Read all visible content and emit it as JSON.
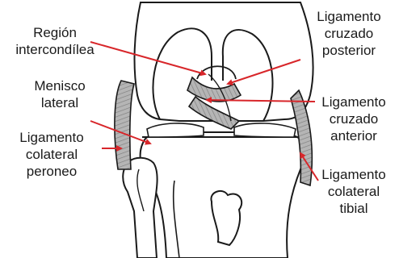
{
  "labels": {
    "intercondylar": [
      "Región",
      "intercondílea"
    ],
    "lateral_meniscus": [
      "Menisco",
      "lateral"
    ],
    "fibular_collateral": [
      "Ligamento",
      "colateral",
      "peroneo"
    ],
    "posterior_cruciate": [
      "Ligamento",
      "cruzado",
      "posterior"
    ],
    "anterior_cruciate": [
      "Ligamento",
      "cruzado",
      "anterior"
    ],
    "tibial_collateral": [
      "Ligamento",
      "colateral",
      "tibial"
    ]
  },
  "colors": {
    "leader": "#d8262a",
    "ligament": "#9a9a9a",
    "outline": "#1a1a1a",
    "text": "#1a1a1a"
  }
}
